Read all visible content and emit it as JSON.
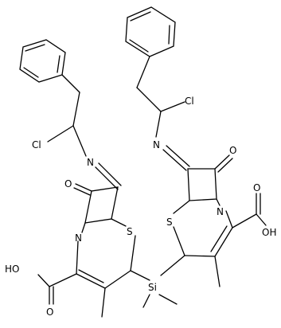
{
  "labels": {
    "cl_left": "Cl",
    "n_imine_left": "N",
    "o_ketone_left": "O",
    "n_ring_left": "N",
    "s_ring_left": "S",
    "oh_left": "HO",
    "o_acid_left": "O",
    "si": "Si",
    "cl_right": "Cl",
    "n_imine_right": "N",
    "o_ketone_right": "O",
    "n_ring_right": "N",
    "s_ring_right": "S",
    "oh_right": "OH",
    "o_acid_right": "O"
  },
  "colors": {
    "ink": "#000000",
    "background": "#ffffff"
  }
}
